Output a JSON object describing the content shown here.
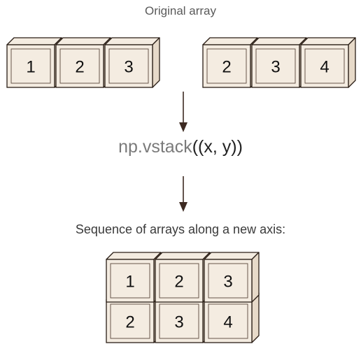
{
  "title": "Original array",
  "function": {
    "text": "np.vstack",
    "args": "((x, y))"
  },
  "result_label": "Sequence of arrays along a new axis:",
  "arrays": {
    "x": [
      "1",
      "2",
      "3"
    ],
    "y": [
      "2",
      "3",
      "4"
    ]
  },
  "result": [
    [
      "1",
      "2",
      "3"
    ],
    [
      "2",
      "3",
      "4"
    ]
  ],
  "colors": {
    "face": "#f4ece1",
    "side": "#e7dac9",
    "edge": "#2a1e16",
    "arrow": "#3d2a22"
  }
}
